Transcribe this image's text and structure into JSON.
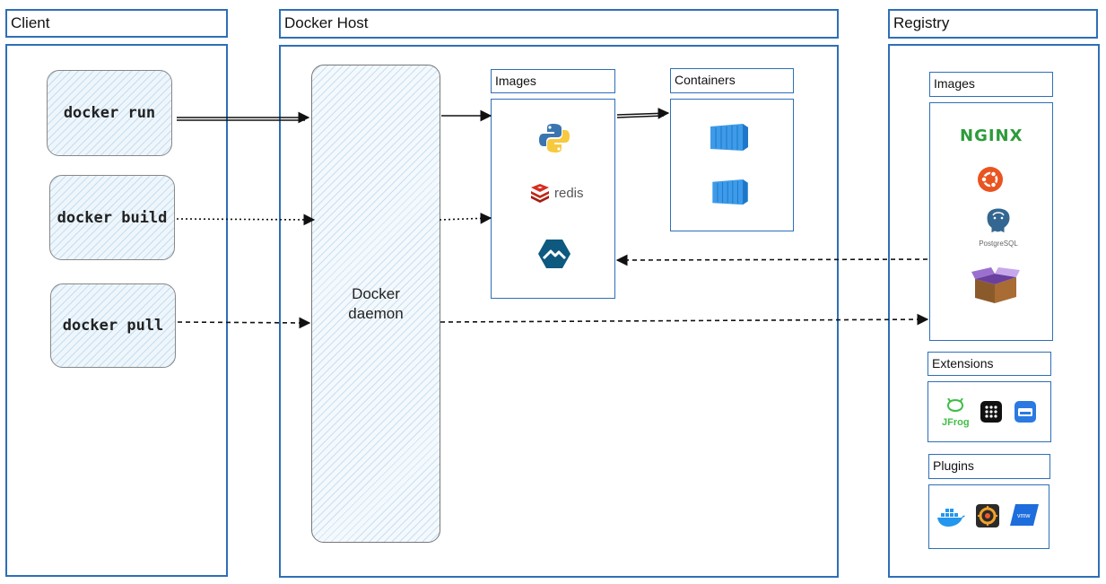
{
  "client": {
    "title": "Client",
    "commands": [
      "docker run",
      "docker build",
      "docker pull"
    ]
  },
  "host": {
    "title": "Docker Host",
    "daemon_line1": "Docker",
    "daemon_line2": "daemon",
    "images_title": "Images",
    "containers_title": "Containers",
    "image_icons": [
      "python-icon",
      "redis-icon",
      "alpine-icon"
    ],
    "redis_label": "redis"
  },
  "registry": {
    "title": "Registry",
    "images_title": "Images",
    "extensions_title": "Extensions",
    "plugins_title": "Plugins",
    "nginx_label": "NGINX",
    "postgres_label": "PostgreSQL",
    "jfrog_label": "JFrog"
  },
  "colors": {
    "border": "#2e6fb7",
    "container_blue": "#3d9be9",
    "redis_red": "#d82c20",
    "nginx_green": "#2d9b3a",
    "ubuntu_orange": "#e95420"
  }
}
